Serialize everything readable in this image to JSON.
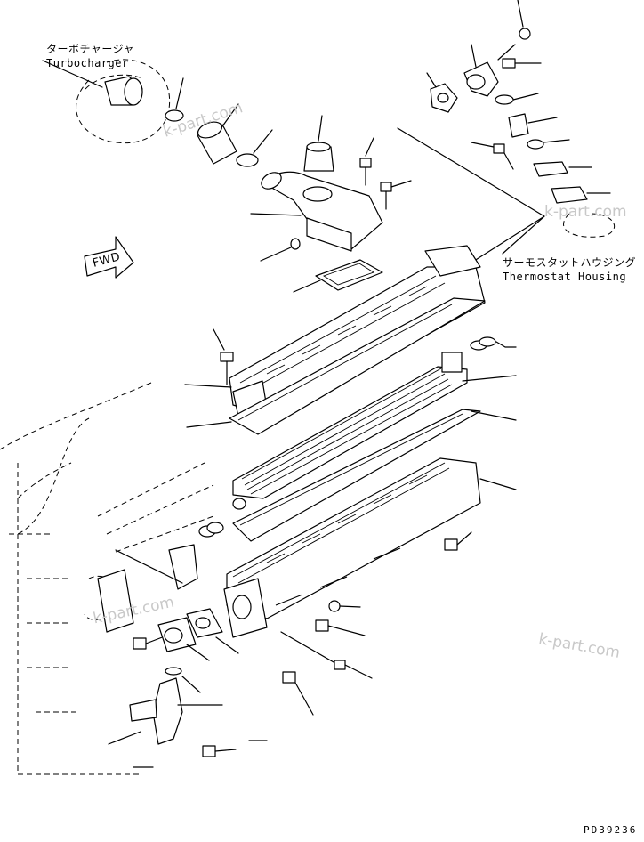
{
  "labels": {
    "turbocharger_jp": "ターボチャージャ",
    "turbocharger_en": "Turbocharger",
    "thermostat_jp": "サーモスタットハウジング",
    "thermostat_en": "Thermostat Housing",
    "fwd": "FWD",
    "drawing_no": "PD39236"
  },
  "watermarks": [
    "k-part.com",
    "k-part.com",
    "k-part.com",
    "k-part.com"
  ]
}
